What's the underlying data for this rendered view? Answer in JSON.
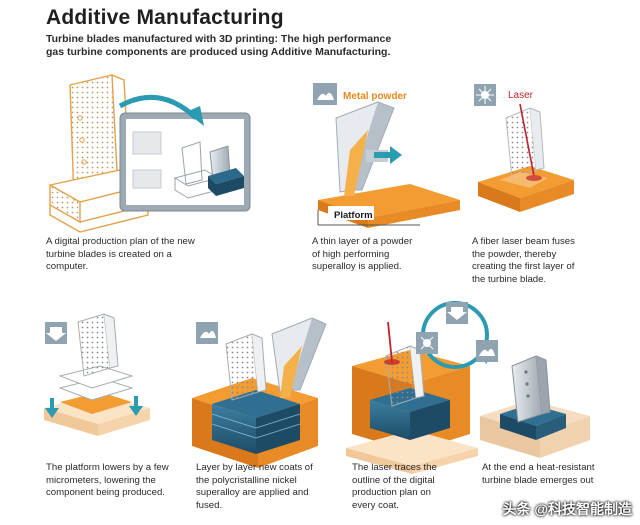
{
  "title": "Additive Manufacturing",
  "subtitle": "Turbine blades manufactured with 3D printing: The high performance gas turbine components are produced using Additive Manufacturing.",
  "labels": {
    "metal_powder": "Metal powder",
    "laser": "Laser",
    "platform": "Platform"
  },
  "steps": [
    {
      "caption": "A digital production plan of the new turbine blades is created on a computer."
    },
    {
      "caption": "A thin layer of a powder of high performing superalloy is applied."
    },
    {
      "caption": "A fiber laser beam fuses the powder, thereby creating the first layer of the turbine blade."
    },
    {
      "caption": "The platform lowers by a few micrometers, lowering the component being produced."
    },
    {
      "caption": "Layer by layer new coats of the polycristalline nickel superalloy are applied and fused."
    },
    {
      "caption": "The laser traces the outline of the digital production plan on every coat."
    },
    {
      "caption": "At the end a heat-resistant turbine blade emerges out"
    }
  ],
  "watermark": "头条 @科技智能制造",
  "colors": {
    "orange": "#f39c32",
    "orange_dark": "#d9791b",
    "peach": "#fbe3c6",
    "teal": "#2a9bb0",
    "teal_dark": "#1f6f86",
    "grey_blue": "#6b8fa8",
    "laser_red": "#c0212b"
  },
  "icons": [
    "powder-icon",
    "laser-icon",
    "arrow-down-icon",
    "arrow-right-icon",
    "monitor-icon",
    "turbine-blade-icon"
  ]
}
